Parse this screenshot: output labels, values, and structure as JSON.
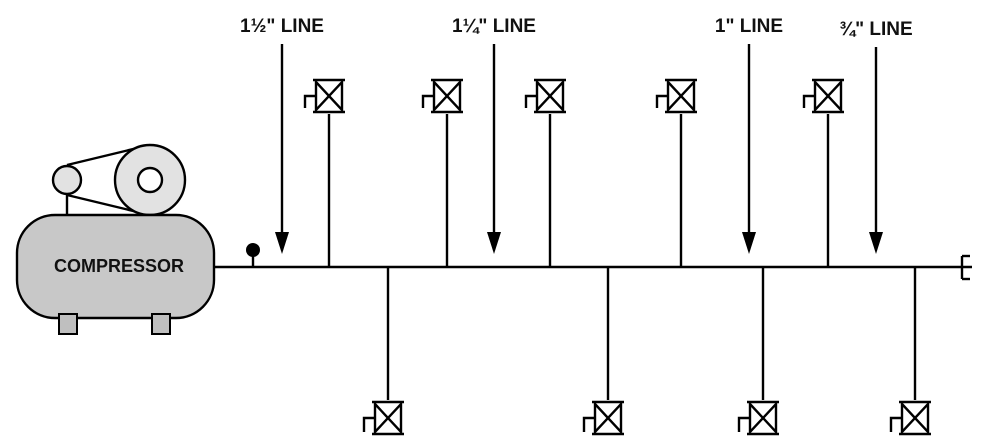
{
  "compressor": {
    "label": "COMPRESSOR",
    "body_color": "#c8c8c8",
    "pulley_color": "#e2e2e2",
    "foot_color": "#bfbfbf"
  },
  "pipe_labels": [
    {
      "text": "1½\" LINE"
    },
    {
      "text": "1¼\" LINE"
    },
    {
      "text": "1\" LINE"
    },
    {
      "text": "¾\" LINE"
    }
  ],
  "colors": {
    "line": "#000000",
    "text": "#111111"
  }
}
